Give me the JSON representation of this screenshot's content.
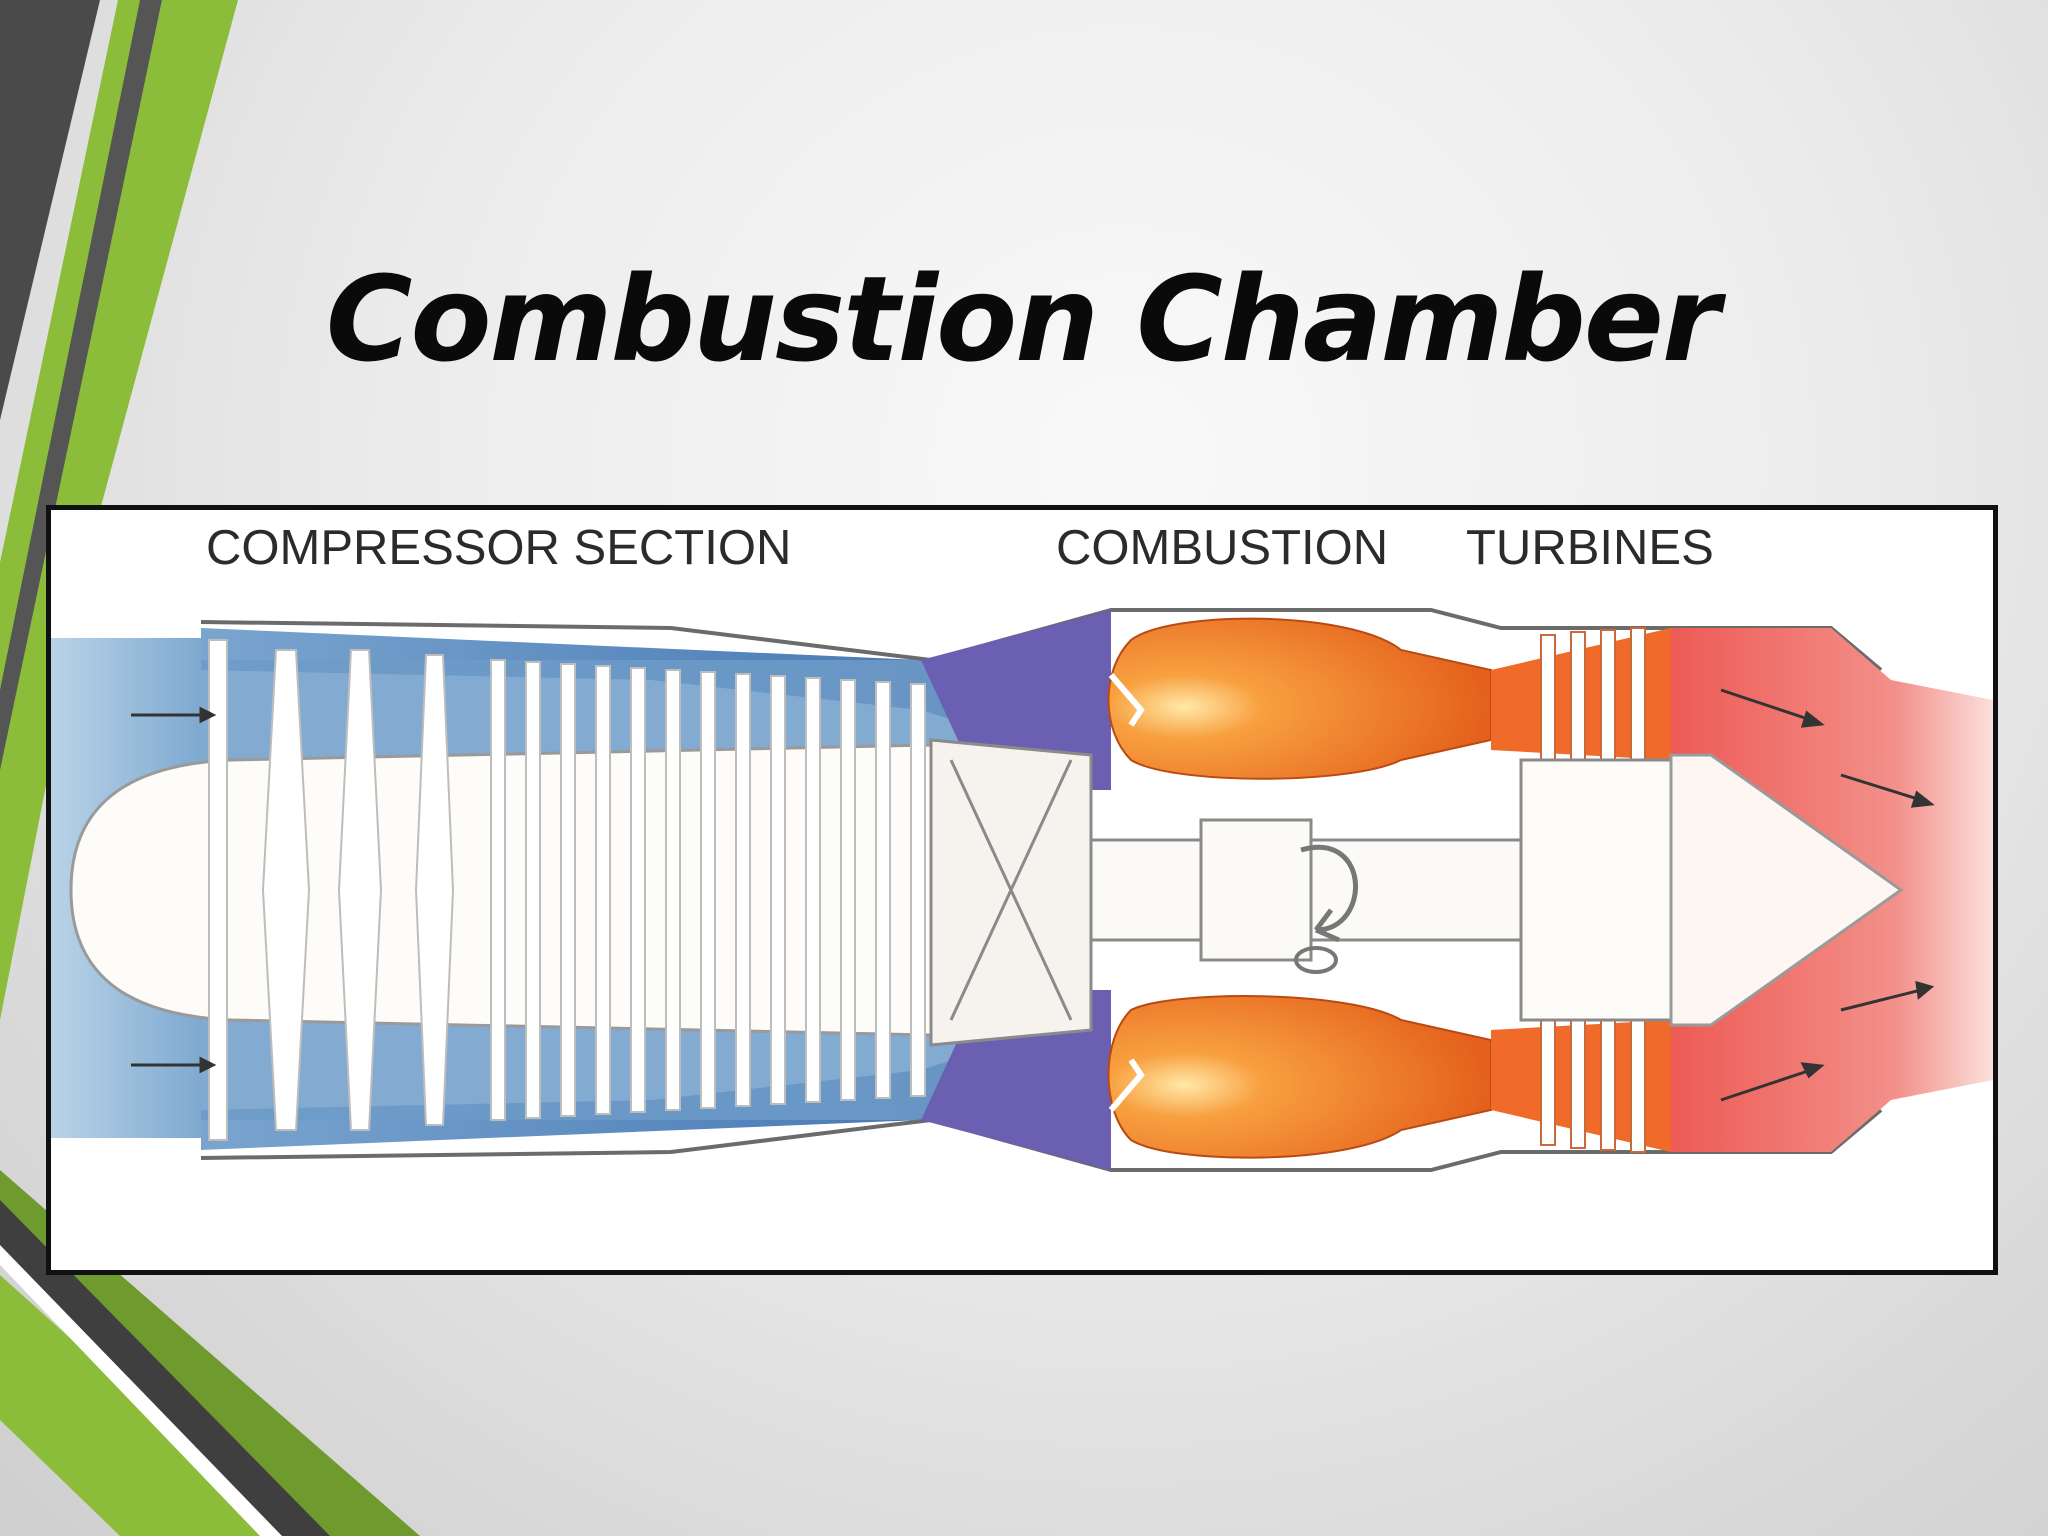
{
  "slide": {
    "title": "Combustion Chamber"
  },
  "diagram": {
    "labels": {
      "compressor": "COMPRESSOR SECTION",
      "combustion": "COMBUSTION",
      "turbines": "TURBINES"
    }
  },
  "colors": {
    "accent_green": "#8cbd3a",
    "accent_dark": "#4a4a4a",
    "intake_blue": "#8fb8d8",
    "compressor_blue": "#5b8cbf",
    "combustion_purple": "#6a5fb0",
    "flame_orange": "#e8641c",
    "exhaust_red": "#ee6a66"
  }
}
